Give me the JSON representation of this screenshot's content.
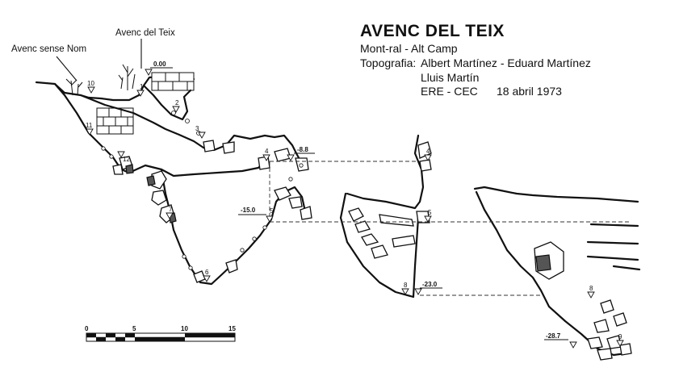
{
  "header": {
    "title": "AVENC DEL TEIX",
    "location": "Mont-ral - Alt Camp",
    "survey_label": "Topografia:",
    "surveyors_line1": "Albert Martínez - Eduard Martínez",
    "surveyors_line2": "Lluis Martín",
    "club": "ERE - CEC",
    "date": "18 abril 1973"
  },
  "entrances": {
    "sense_nom": "Avenc sense Nom",
    "teix": "Avenc del Teix"
  },
  "stations": {
    "s1": "1",
    "s2": "2",
    "s3": "3",
    "s4": "4",
    "s5": "5",
    "s6": "6",
    "s7": "7",
    "s8": "8",
    "s9": "9",
    "s10": "10",
    "s11": "11",
    "s12": "12"
  },
  "depths": {
    "d0": "0.00",
    "d1": "-8.8",
    "d2": "-15.0",
    "d3": "-23.0",
    "d4": "-28.7"
  },
  "scale": {
    "labels": [
      "0",
      "5",
      "10",
      "15"
    ]
  },
  "colors": {
    "ink": "#111111",
    "paper": "#ffffff"
  }
}
